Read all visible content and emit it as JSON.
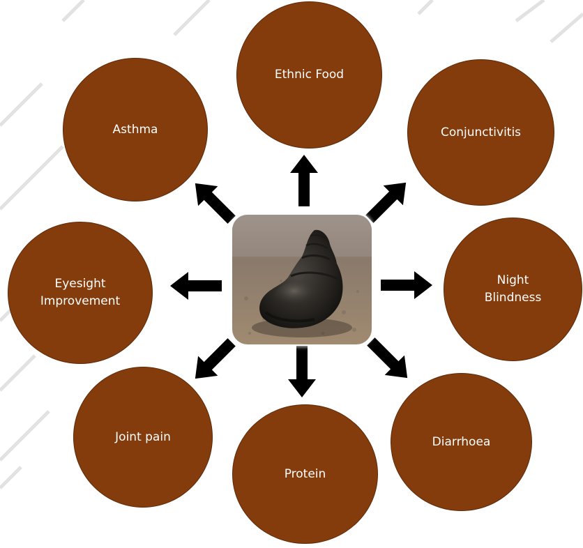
{
  "diagram": {
    "center": {
      "icon": "snail-shell-photo"
    },
    "nodes": [
      {
        "key": "ethnic-food",
        "label": "Ethnic Food"
      },
      {
        "key": "conjunctivitis",
        "label": "Conjunctivitis"
      },
      {
        "key": "night-blindness",
        "label": "Night\nBlindness"
      },
      {
        "key": "diarrhoea",
        "label": "Diarrhoea"
      },
      {
        "key": "protein",
        "label": "Protein"
      },
      {
        "key": "joint-pain",
        "label": "Joint pain"
      },
      {
        "key": "eyesight-improvement",
        "label": "Eyesight\nImprovement"
      },
      {
        "key": "asthma",
        "label": "Asthma"
      }
    ],
    "colors": {
      "node_fill": "#843C0C",
      "node_text": "#FFFFFF",
      "arrow": "#000000"
    }
  }
}
